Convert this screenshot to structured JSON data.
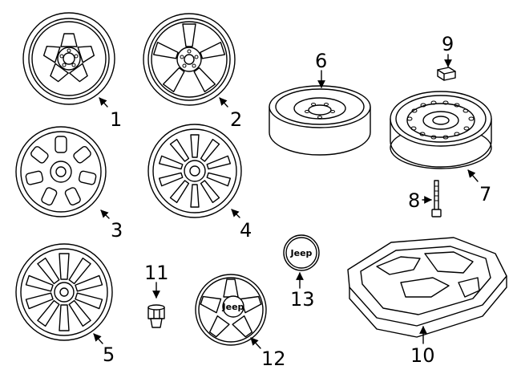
{
  "callouts": {
    "c1": "1",
    "c2": "2",
    "c3": "3",
    "c4": "4",
    "c5": "5",
    "c6": "6",
    "c7": "7",
    "c8": "8",
    "c9": "9",
    "c10": "10",
    "c11": "11",
    "c12": "12",
    "c13": "13"
  },
  "logos": {
    "center_cap": "Jeep",
    "emblem": "Jeep"
  },
  "colors": {
    "line": "#000000",
    "background": "#ffffff"
  }
}
